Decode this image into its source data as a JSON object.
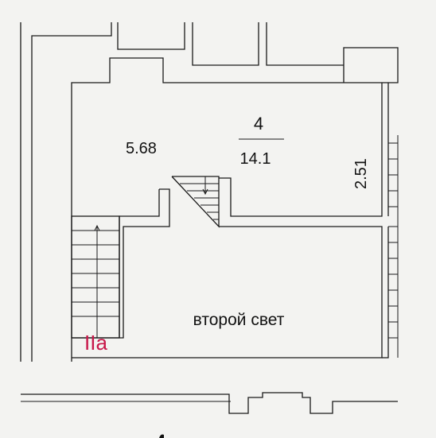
{
  "plan": {
    "room_number": "4",
    "room_area": "14.1",
    "dimension_width": "5.68",
    "dimension_height": "2.51",
    "void_label": "второй свет",
    "level_label": "IIa",
    "level_color": "#c8174a"
  }
}
